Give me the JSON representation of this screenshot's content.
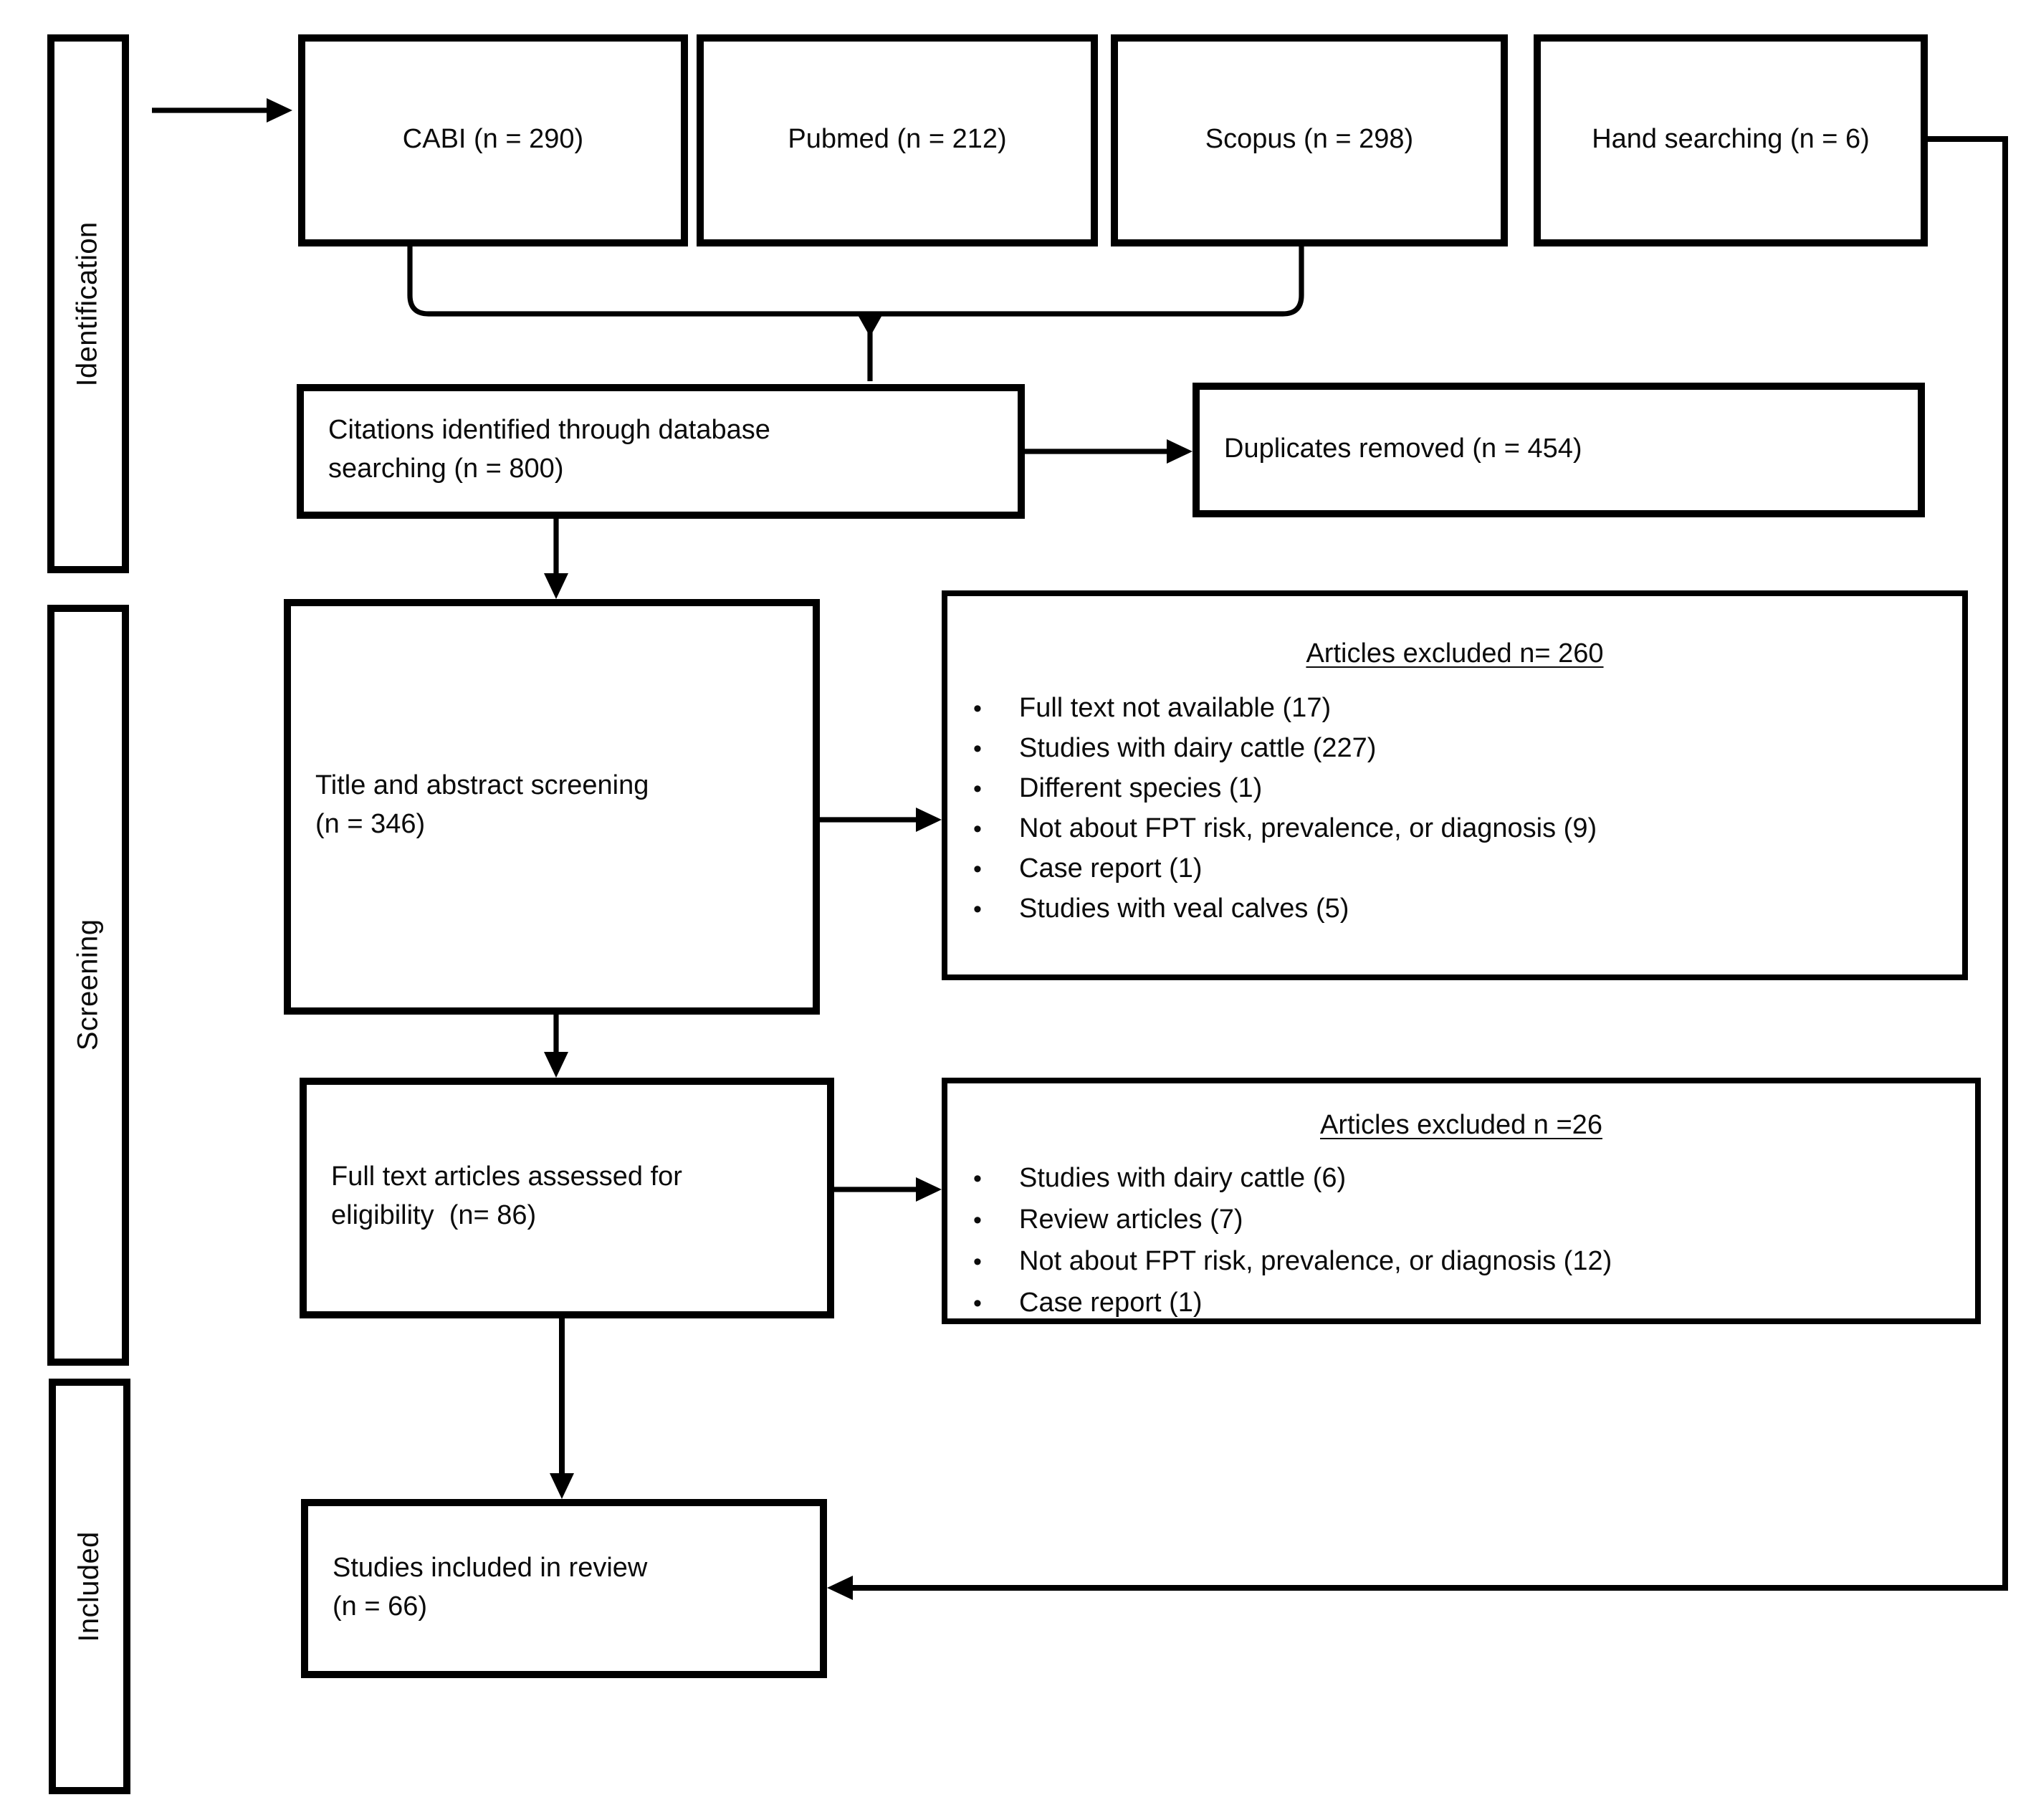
{
  "diagram": {
    "stages": [
      {
        "label": "Identification"
      },
      {
        "label": "Screening"
      },
      {
        "label": "Included"
      }
    ],
    "sources": [
      {
        "label": "CABI (n = 290)"
      },
      {
        "label": "Pubmed (n = 212)"
      },
      {
        "label": "Scopus (n = 298)"
      },
      {
        "label": "Hand searching (n = 6)"
      }
    ],
    "boxes": {
      "citations": "Citations identified through database\nsearching (n = 800)",
      "duplicates": "Duplicates removed (n = 454)",
      "title_screening": "Title and abstract screening\n(n = 346)",
      "fulltext": "Full text articles assessed for\neligibility  (n= 86)",
      "included": "Studies included in review\n(n = 66)"
    },
    "excluded_title_abstract": {
      "heading": "Articles excluded n= 260",
      "reasons": [
        "Full text not available (17)",
        "Studies with dairy cattle (227)",
        "Different species (1)",
        "Not about FPT risk, prevalence, or diagnosis (9)",
        "Case report (1)",
        "Studies with veal calves (5)"
      ]
    },
    "excluded_fulltext": {
      "heading": "Articles excluded n =26",
      "reasons": [
        "Studies with dairy cattle (6)",
        "Review articles (7)",
        "Not about FPT risk, prevalence, or diagnosis (12)",
        "Case report (1)"
      ]
    },
    "colors": {
      "line": "#000000",
      "box_border": "#000000",
      "background": "#ffffff",
      "text": "#0b0b0b"
    }
  }
}
